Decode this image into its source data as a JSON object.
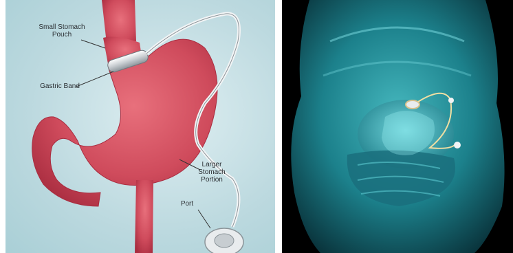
{
  "labels": {
    "small_pouch": "Small Stomach\nPouch",
    "gastric_band": "Gastric Band",
    "larger_portion": "Larger\nStomach\nPortion",
    "port": "Port"
  },
  "colors": {
    "stomach": "#cf4b5c",
    "stomach_dark": "#a92d40",
    "band": "#d9dde0",
    "tube": "#f2f4f5",
    "body_teal": "#1f8f9b"
  },
  "icons": [
    "stomach-illustration",
    "gastric-band",
    "port-device",
    "body-silhouette"
  ]
}
